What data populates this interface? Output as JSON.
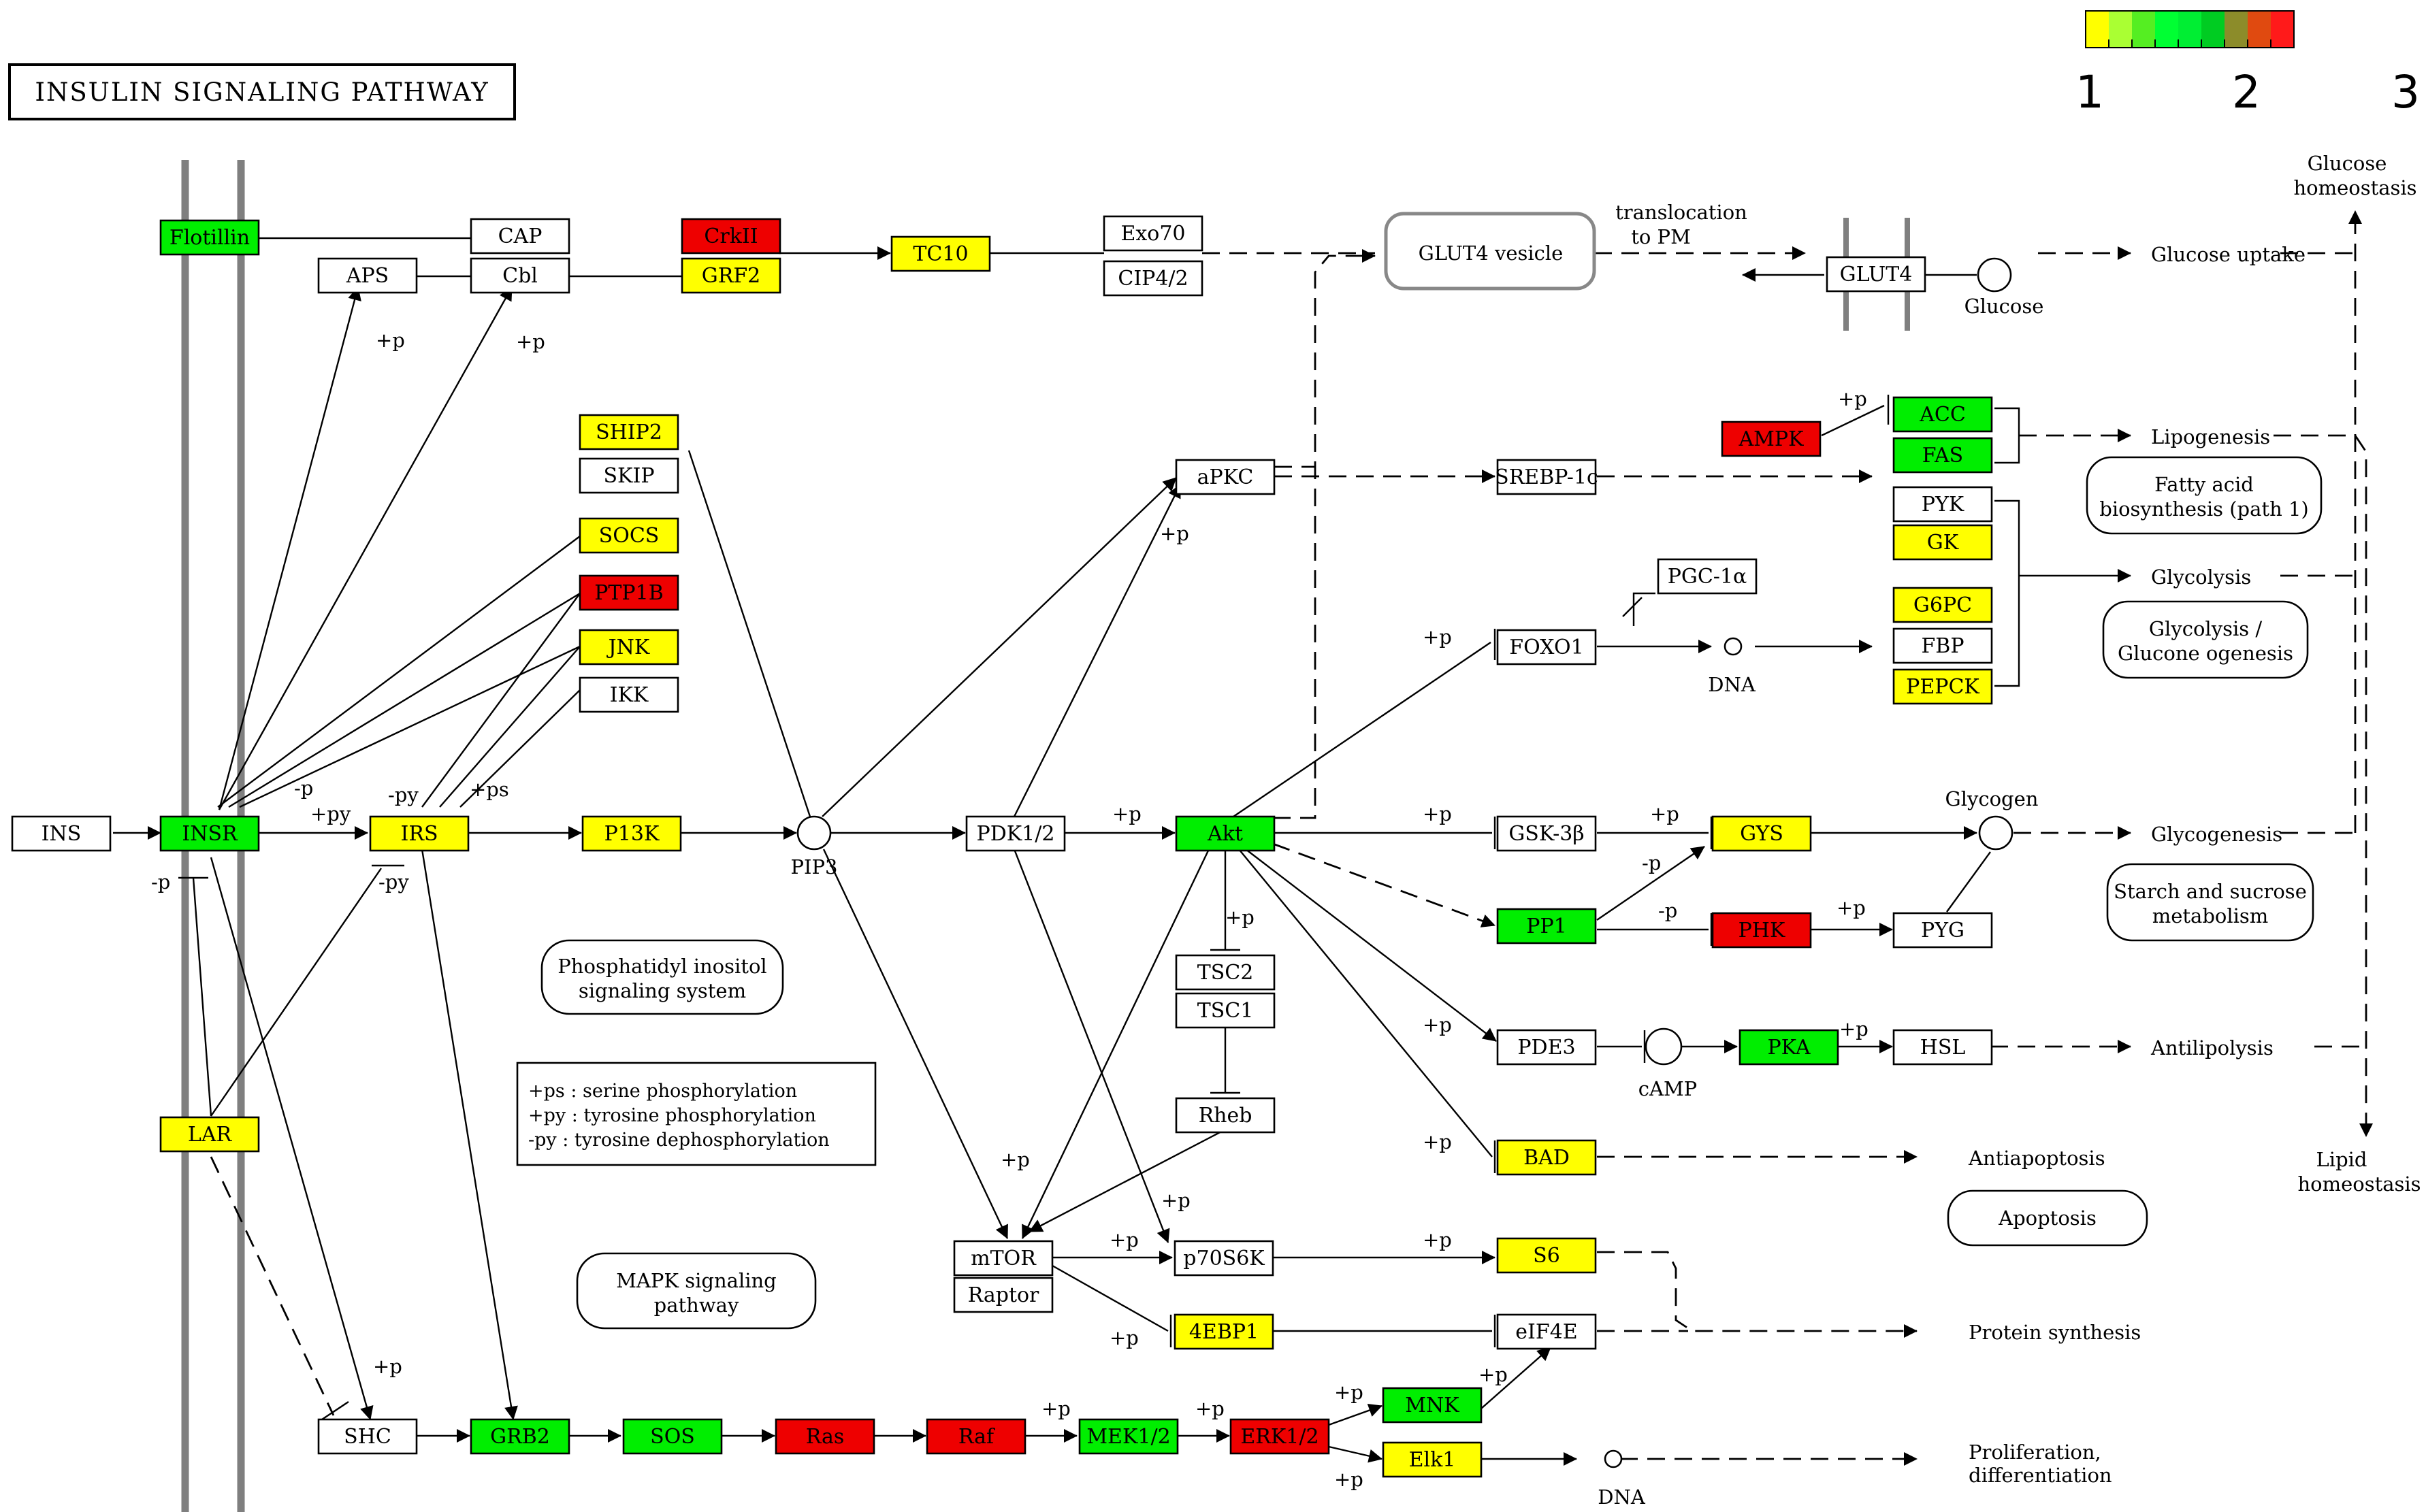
{
  "title": "INSULIN SIGNALING PATHWAY",
  "colors": {
    "green": "#00ee00",
    "yellow": "#ffff00",
    "red": "#ee0000",
    "white": "#ffffff",
    "olive": "#8c8c2a",
    "orange": "#e05020",
    "lime": "#99ee00"
  },
  "legend": {
    "swatches": [
      "#ffff00",
      "#aaff33",
      "#55ee22",
      "#00ff33",
      "#00ee33",
      "#00cc22",
      "#8c8c2a",
      "#e04a10",
      "#ff1a1a"
    ],
    "ticks": [
      "1",
      "2",
      "3"
    ]
  },
  "genes": {
    "Flotillin": {
      "label": "Flotillin",
      "fill": "green"
    },
    "CAP": {
      "label": "CAP",
      "fill": "white"
    },
    "APS": {
      "label": "APS",
      "fill": "white"
    },
    "Cbl": {
      "label": "Cbl",
      "fill": "white"
    },
    "CrkII": {
      "label": "CrkII",
      "fill": "red"
    },
    "GRF2": {
      "label": "GRF2",
      "fill": "yellow"
    },
    "TC10": {
      "label": "TC10",
      "fill": "yellow"
    },
    "Exo70": {
      "label": "Exo70",
      "fill": "white"
    },
    "CIP42": {
      "label": "CIP4/2",
      "fill": "white"
    },
    "GLUT4": {
      "label": "GLUT4",
      "fill": "white"
    },
    "SHIP2": {
      "label": "SHIP2",
      "fill": "yellow"
    },
    "SKIP": {
      "label": "SKIP",
      "fill": "white"
    },
    "SOCS": {
      "label": "SOCS",
      "fill": "yellow"
    },
    "PTP1B": {
      "label": "PTP1B",
      "fill": "red"
    },
    "JNK": {
      "label": "JNK",
      "fill": "yellow"
    },
    "IKK": {
      "label": "IKK",
      "fill": "white"
    },
    "aPKC": {
      "label": "aPKC",
      "fill": "white"
    },
    "SREBP1c": {
      "label": "SREBP-1c",
      "fill": "white"
    },
    "AMPK": {
      "label": "AMPK",
      "fill": "red"
    },
    "ACC": {
      "label": "ACC",
      "fill": "green"
    },
    "FAS": {
      "label": "FAS",
      "fill": "green"
    },
    "PYK": {
      "label": "PYK",
      "fill": "white"
    },
    "GK": {
      "label": "GK",
      "fill": "yellow"
    },
    "PGC1a": {
      "label": "PGC-1α",
      "fill": "white"
    },
    "FOXO1": {
      "label": "FOXO1",
      "fill": "white"
    },
    "G6PC": {
      "label": "G6PC",
      "fill": "yellow"
    },
    "FBP": {
      "label": "FBP",
      "fill": "white"
    },
    "PEPCK": {
      "label": "PEPCK",
      "fill": "yellow"
    },
    "INS": {
      "label": "INS",
      "fill": "white"
    },
    "INSR": {
      "label": "INSR",
      "fill": "green"
    },
    "IRS": {
      "label": "IRS",
      "fill": "yellow"
    },
    "P13K": {
      "label": "P13K",
      "fill": "yellow"
    },
    "PDK12": {
      "label": "PDK1/2",
      "fill": "white"
    },
    "Akt": {
      "label": "Akt",
      "fill": "green"
    },
    "GSK3b": {
      "label": "GSK-3β",
      "fill": "white"
    },
    "GYS": {
      "label": "GYS",
      "fill": "yellow"
    },
    "PP1": {
      "label": "PP1",
      "fill": "green"
    },
    "PHK": {
      "label": "PHK",
      "fill": "red"
    },
    "PYG": {
      "label": "PYG",
      "fill": "white"
    },
    "TSC2": {
      "label": "TSC2",
      "fill": "white"
    },
    "TSC1": {
      "label": "TSC1",
      "fill": "white"
    },
    "PDE3": {
      "label": "PDE3",
      "fill": "white"
    },
    "PKA": {
      "label": "PKA",
      "fill": "green"
    },
    "HSL": {
      "label": "HSL",
      "fill": "white"
    },
    "Rheb": {
      "label": "Rheb",
      "fill": "white"
    },
    "LAR": {
      "label": "LAR",
      "fill": "yellow"
    },
    "BAD": {
      "label": "BAD",
      "fill": "yellow"
    },
    "mTOR": {
      "label": "mTOR",
      "fill": "white"
    },
    "Raptor": {
      "label": "Raptor",
      "fill": "white"
    },
    "p70S6K": {
      "label": "p70S6K",
      "fill": "white"
    },
    "S6": {
      "label": "S6",
      "fill": "yellow"
    },
    "4EBP1": {
      "label": "4EBP1",
      "fill": "yellow"
    },
    "eIF4E": {
      "label": "eIF4E",
      "fill": "white"
    },
    "SHC": {
      "label": "SHC",
      "fill": "white"
    },
    "GRB2": {
      "label": "GRB2",
      "fill": "green"
    },
    "SOS": {
      "label": "SOS",
      "fill": "green"
    },
    "Ras": {
      "label": "Ras",
      "fill": "red"
    },
    "Raf": {
      "label": "Raf",
      "fill": "red"
    },
    "MEK12": {
      "label": "MEK1/2",
      "fill": "green"
    },
    "ERK12": {
      "label": "ERK1/2",
      "fill": "red"
    },
    "MNK": {
      "label": "MNK",
      "fill": "green"
    },
    "Elk1": {
      "label": "Elk1",
      "fill": "yellow"
    }
  },
  "maps": {
    "glut4vesicle": "GLUT4 vesicle",
    "fattyacid1": "Fatty acid",
    "fattyacid2": "biosynthesis (path 1)",
    "glycolysis1": "Glycolysis /",
    "glycolysis2": "Glucone ogenesis",
    "starch1": "Starch and sucrose",
    "starch2": "metabolism",
    "phosphatidyl1": "Phosphatidyl inositol",
    "phosphatidyl2": "signaling system",
    "mapk1": "MAPK signaling",
    "mapk2": "pathway",
    "apoptosis": "Apoptosis"
  },
  "compounds": {
    "glucose": "Glucose",
    "pip3": "PIP3",
    "dna1": "DNA",
    "glycogen": "Glycogen",
    "camp": "cAMP",
    "dna2": "DNA"
  },
  "outcomes": {
    "glucose_homeo1": "Glucose",
    "glucose_homeo2": "homeostasis",
    "glucose_uptake": "Glucose uptake",
    "lipogenesis": "Lipogenesis",
    "glycolysis": "Glycolysis",
    "glycogenesis": "Glycogenesis",
    "antilipolysis": "Antilipolysis",
    "lipid_homeo1": "Lipid",
    "lipid_homeo2": "homeostasis",
    "antiapoptosis": "Antiapoptosis",
    "protein_synthesis": "Protein synthesis",
    "prolif1": "Proliferation,",
    "prolif2": "differentiation",
    "translocation1": "translocation",
    "translocation2": "to PM"
  },
  "notes": {
    "line1": "+ps : serine phosphorylation",
    "line2": "+py : tyrosine phosphorylation",
    "line3": "-py : tyrosine dephosphorylation"
  },
  "edge_labels": {
    "p": "+p",
    "minus_p": "-p",
    "py": "+py",
    "minus_py": "-py",
    "ps": "+ps"
  }
}
